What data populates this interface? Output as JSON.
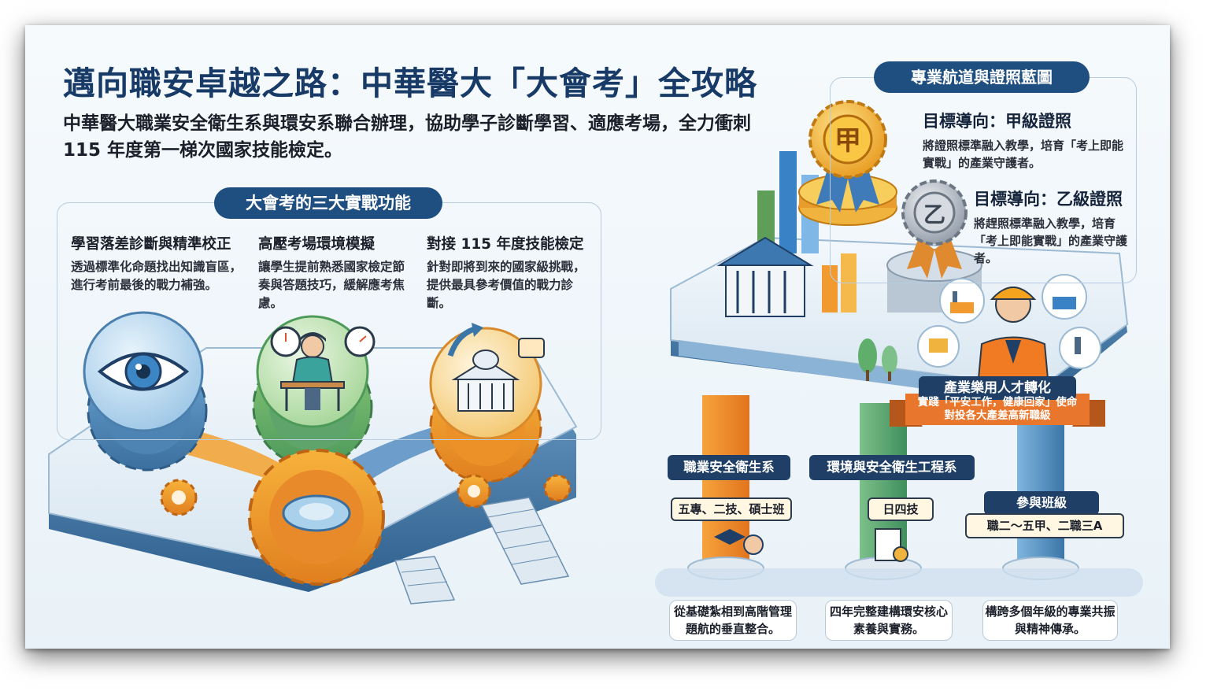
{
  "title": "邁向職安卓越之路：中華醫大「大會考」全攻略",
  "subtitle": "中華醫大職業安全衛生系與環安系聯合辦理，協助學子診斷學習、適應考場，全力衝刺 115 年度第一梯次國家技能檢定。",
  "left_section": {
    "header": "大會考的三大實戰功能",
    "features": [
      {
        "title": "學習落差診斷與精準校正",
        "desc": "透過標準化命題找出知識盲區，進行考前最後的戰力補強。",
        "icon": "eye-icon"
      },
      {
        "title": "高壓考場環境模擬",
        "desc": "讓學生提前熟悉國家檢定節奏與答題技巧，緩解應考焦慮。",
        "icon": "student-exam-icon"
      },
      {
        "title": "對接 115 年度技能檢定",
        "desc": "針對即將到來的國家級挑戰，提供最具參考價值的戰力診斷。",
        "icon": "government-building-icon"
      }
    ]
  },
  "right_section": {
    "header": "專業航道與證照藍圖",
    "certs": [
      {
        "title": "目標導向：甲級證照",
        "desc": "將證照標準融入教學，培育「考上即能實戰」的產業守護者。",
        "medal": "甲"
      },
      {
        "title": "目標導向：乙級證照",
        "desc": "將趕照標準融入教學，培育「考上即能實戰」的產業守護者。",
        "medal": "乙"
      }
    ],
    "talent_banner": {
      "title": "產業樂用人才轉化",
      "text_line1": "實踐「平安工作，健康回家」使命",
      "text_line2": "對投各大產差高新職級"
    },
    "departments": [
      {
        "name": "職業安全衛生系",
        "programs": "五專、二技、碩士班",
        "desc": "從基礎紮相到高階管理題航的垂直整合。"
      },
      {
        "name": "環境與安全衛生工程系",
        "programs": "日四技",
        "desc": "四年完整建構環安核心素養與實務。"
      },
      {
        "name": "參與班級",
        "programs": "職二～五甲、二職三A",
        "desc": "構跨多個年級的專業共振與精神傳承。"
      }
    ]
  },
  "colors": {
    "navy": "#1f4f80",
    "dark_navy": "#1f3f66",
    "orange": "#f29a2e",
    "blue": "#4b93c8",
    "green": "#5fae6c",
    "banner_orange": "#e8762c"
  }
}
